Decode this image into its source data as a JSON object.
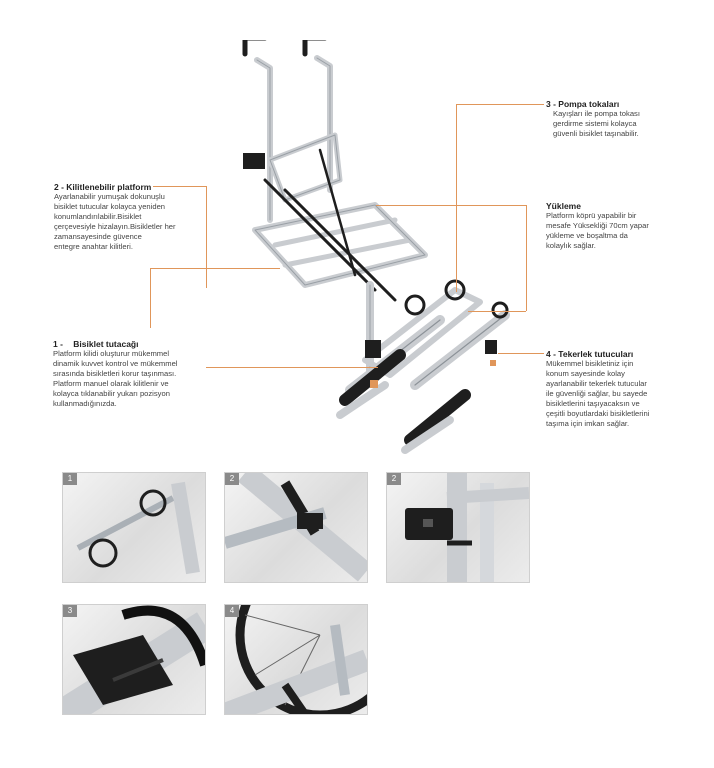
{
  "callouts": {
    "pump": {
      "number": "3 -",
      "title": "Pompa tokaları",
      "body": "Kayışları ile pompa tokası\ngerdirme sistemi kolayca\ngüvenli bisiklet taşınabilir."
    },
    "platform": {
      "number": "2 -",
      "title": "Kilitlenebilir platform",
      "body": "Ayarlanabilir yumuşak dokunuşlu\nbisiklet tutucular kolayca yeniden\nkonumlandırılabilir.Bisiklet\nçerçevesiyle hizalayın.Bisikletler her\nzamansayesinde güvence\nentegre anahtar kilitleri."
    },
    "loading": {
      "number": "",
      "title": "Yükleme",
      "body": "Platform köprü yapabilir bir\nmesafe Yüksekliği 70cm  yapar\nyükleme ve boşaltma da\nkolaylık sağlar."
    },
    "holder": {
      "number": "1 -",
      "title": "Bisiklet tutacağı",
      "body": "Platform kilidi oluşturur mükemmel\ndinamik kuvvet kontrol ve mükemmel\nsırasında bisikletleri korur taşınması.\nPlatform manuel olarak kilitlenir ve\nkolayca tıklanabilir yukarı pozisyon\nkullanmadığınızda."
    },
    "wheel": {
      "number": "4 -",
      "title": "Tekerlek tutucuları",
      "body": "Mükemmel  bisikletiniz için\nkonum sayesinde kolay\nayarlanabilir tekerlek tutucular\nile güvenliği sağlar, bu sayede\nbisikletlerini taşıyacaksın ve\nçeşitli boyutlardaki bisikletlerini\ntaşıma için imkan sağlar."
    }
  },
  "thumbnails": [
    {
      "label": "1",
      "icon": "bike-holder-arm-photo"
    },
    {
      "label": "2",
      "icon": "frame-clamp-photo"
    },
    {
      "label": "2",
      "icon": "lock-block-photo"
    },
    {
      "label": "3",
      "icon": "pump-buckle-strap-photo"
    },
    {
      "label": "4",
      "icon": "wheel-holder-photo"
    }
  ],
  "colors": {
    "leader_line": "#e0965a",
    "frame_silver": "#c9ccd0",
    "frame_dark": "#1e1e1e"
  }
}
